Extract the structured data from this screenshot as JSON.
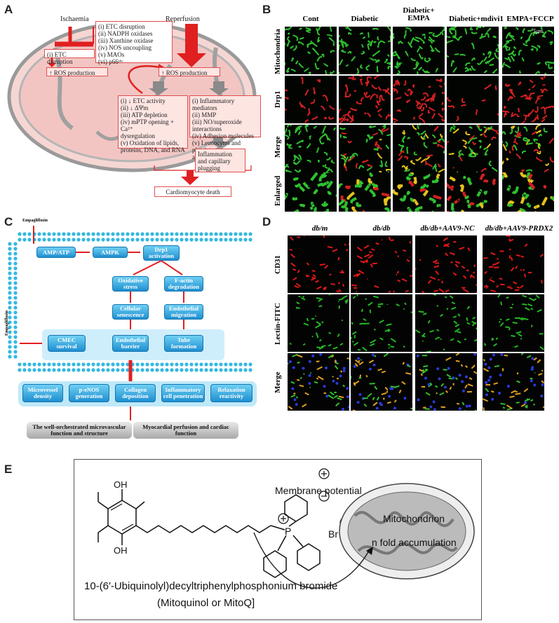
{
  "panels": {
    "a": "A",
    "b": "B",
    "c": "C",
    "d": "D",
    "e": "E"
  },
  "panel_a": {
    "ischaemia": "Ischaemia",
    "reperfusion": "Reperfusion",
    "etc_list": [
      "(i) ETC disruption",
      "(ii) NADPH oxidases",
      "(iii) Xanthine oxidase",
      "(iv) NOS uncoupling",
      "(v) MAOs",
      "(vi) p66ˢʰᶜ"
    ],
    "etc_disruption": "(i) ETC disruption",
    "ros_left": "↑ ROS production",
    "ros_center": "↑ ROS production",
    "mito_effects": [
      "(i) ↓ ETC activity",
      "(ii) ↓ ΔΨm",
      "(iii) ATP depletion",
      "(iv) mPTP opening + Ca²⁺",
      "      dysregulation",
      "(v) Oxidation of lipids,",
      "      proteins, DNA, and RNA"
    ],
    "inflam_effects": [
      "(i) Inflammatory mediators",
      "(ii) MMP",
      "(iii) NO/superoxide",
      "      interactions",
      "(iv) Adhesion molecules",
      "(v) Leucocytes and platelets",
      "      activation"
    ],
    "inflammation": [
      "Inflammation",
      "and capillary",
      "plugging"
    ],
    "death": "Cardiomyocyte death"
  },
  "panel_b": {
    "columns": [
      "Cont",
      "Diabetic",
      "Diabetic+ EMPA",
      "Diabetic+mdivi1",
      "EMPA+FCCP"
    ],
    "rows": [
      "Mitochondria",
      "Drp1",
      "Merge",
      "Enlarged"
    ],
    "scale": "5μm"
  },
  "panel_c": {
    "empagliflozin_top": "Empagliflozin",
    "empagliflozin_side": "Empagliflozin",
    "nodes": {
      "ampatp": "AMP/ATP",
      "ampk": "AMPK",
      "drp1": "Drp1 activation",
      "oxstress": "Oxidative stress",
      "factin": "F-actin degradation",
      "senescence": "Cellular senescence",
      "migration": "Endothelial migration",
      "survival": "CMEC survival",
      "barrier": "Endothelial barrier",
      "tube": "Tube formation"
    },
    "outcomes": [
      "Microvessel density",
      "p-eNOS generation",
      "Collagen deposition",
      "Inflammatory cell penetration",
      "Relaxation reactivity"
    ],
    "final": [
      "The well-orchestrated microvascular function and structure",
      "Myocardial perfusion and cardiac function"
    ]
  },
  "panel_d": {
    "columns": [
      "db/m",
      "db/db",
      "db/db+AAV9-NC",
      "db/db+AAV9-PRDX2"
    ],
    "rows": [
      "CD31",
      "Lectin-FITC",
      "Merge"
    ]
  },
  "panel_e": {
    "membrane": "Membrane potential",
    "mitochondrion": "Mitochondrion",
    "accumulation": "n fold accumulation",
    "name": "10-(6′-Ubiquinolyl)decyltriphenylphosphonium bromide",
    "alias": "(Mitoquinol or MitoQ]",
    "oh_top": "OH",
    "oh_bottom": "OH",
    "p_atom": "P",
    "br_atom": "Br"
  },
  "colors": {
    "ros_red": "#e02020",
    "box_fill": "#fde5e2",
    "node_blue": "#2a9ad8",
    "mito_green": "#2fc12f",
    "drp1_red": "#d42020"
  }
}
